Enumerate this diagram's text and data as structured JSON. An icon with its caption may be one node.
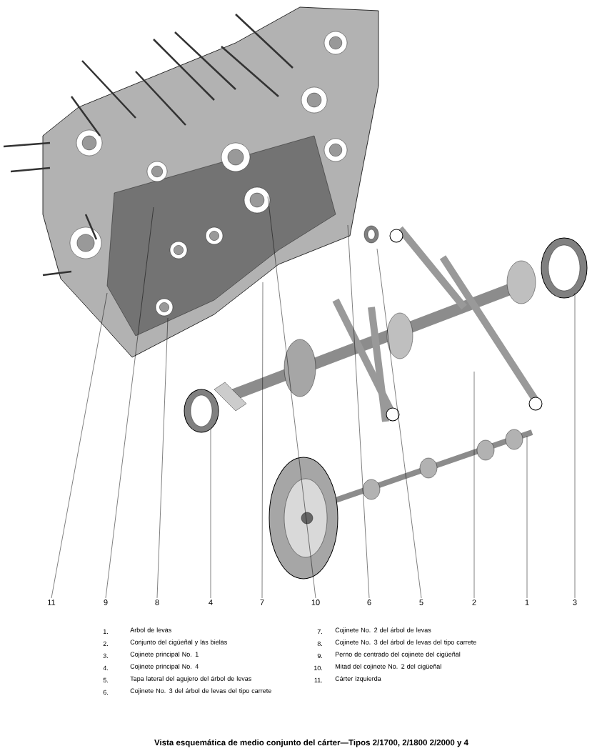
{
  "diagram": {
    "caption": "Vista esquemática de medio conjunto del cárter—Tipos 2/1700, 2/1800 2/2000 y 4",
    "nodes": [
      {
        "text": [
          "11"
        ]
      },
      {
        "text": [
          "9"
        ]
      },
      {
        "text": [
          "8"
        ]
      },
      {
        "text": [
          "4"
        ]
      },
      {
        "text": [
          "7"
        ]
      },
      {
        "text": [
          "10"
        ]
      },
      {
        "text": [
          "6"
        ]
      },
      {
        "text": [
          "5"
        ]
      },
      {
        "text": [
          "2"
        ]
      },
      {
        "text": [
          "1"
        ]
      },
      {
        "text": [
          "3"
        ]
      }
    ],
    "edges": [
      {
        "from": 0,
        "to": null,
        "arrow": "none"
      },
      {
        "from": 1,
        "to": null,
        "arrow": "none"
      },
      {
        "from": 2,
        "to": null,
        "arrow": "none"
      },
      {
        "from": 3,
        "to": null,
        "arrow": "none"
      },
      {
        "from": 4,
        "to": null,
        "arrow": "none"
      },
      {
        "from": 5,
        "to": null,
        "arrow": "none"
      },
      {
        "from": 6,
        "to": null,
        "arrow": "none"
      },
      {
        "from": 7,
        "to": null,
        "arrow": "none"
      },
      {
        "from": 8,
        "to": null,
        "arrow": "none"
      },
      {
        "from": 9,
        "to": null,
        "arrow": "none"
      },
      {
        "from": 10,
        "to": null,
        "arrow": "none"
      }
    ],
    "labels": [
      "1.",
      "Arbol de levas",
      "2.",
      "Conjunto del cigüeñal y las bielas",
      "3.",
      "Cojinete principal No. 1",
      "4.",
      "Cojinete principal No. 4",
      "5.",
      "Tapa lateral del agujero del árbol de levas",
      "6.",
      "Cojinete No. 3 del árbol de levas del tipo carrete",
      "7.",
      "Cojinete No. 2 del árbol de levas",
      "8.",
      "Cojinete No. 3 del árbol de levas del tipo carrete",
      "9.",
      "Perno de centrado del cojinete del cigüeñal",
      "10.",
      "Mitad del cojinete No. 2 del cigüeñal",
      "11.",
      "Cárter izquierda"
    ]
  }
}
